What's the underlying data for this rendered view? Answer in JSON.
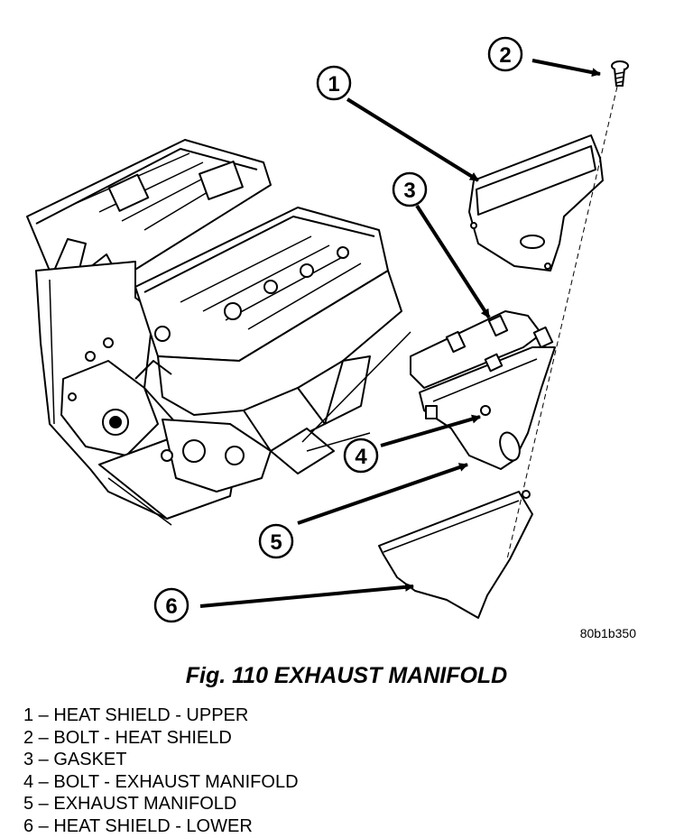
{
  "figure": {
    "caption": "Fig. 110 EXHAUST MANIFOLD",
    "image_code": "80b1b350"
  },
  "callouts": [
    {
      "number": "1"
    },
    {
      "number": "2"
    },
    {
      "number": "3"
    },
    {
      "number": "4"
    },
    {
      "number": "5"
    },
    {
      "number": "6"
    }
  ],
  "legend": [
    {
      "text": "1 – HEAT SHIELD - UPPER"
    },
    {
      "text": "2 – BOLT - HEAT SHIELD"
    },
    {
      "text": "3 – GASKET"
    },
    {
      "text": "4 – BOLT - EXHAUST MANIFOLD"
    },
    {
      "text": "5 – EXHAUST MANIFOLD"
    },
    {
      "text": "6 – HEAT SHIELD - LOWER"
    }
  ]
}
